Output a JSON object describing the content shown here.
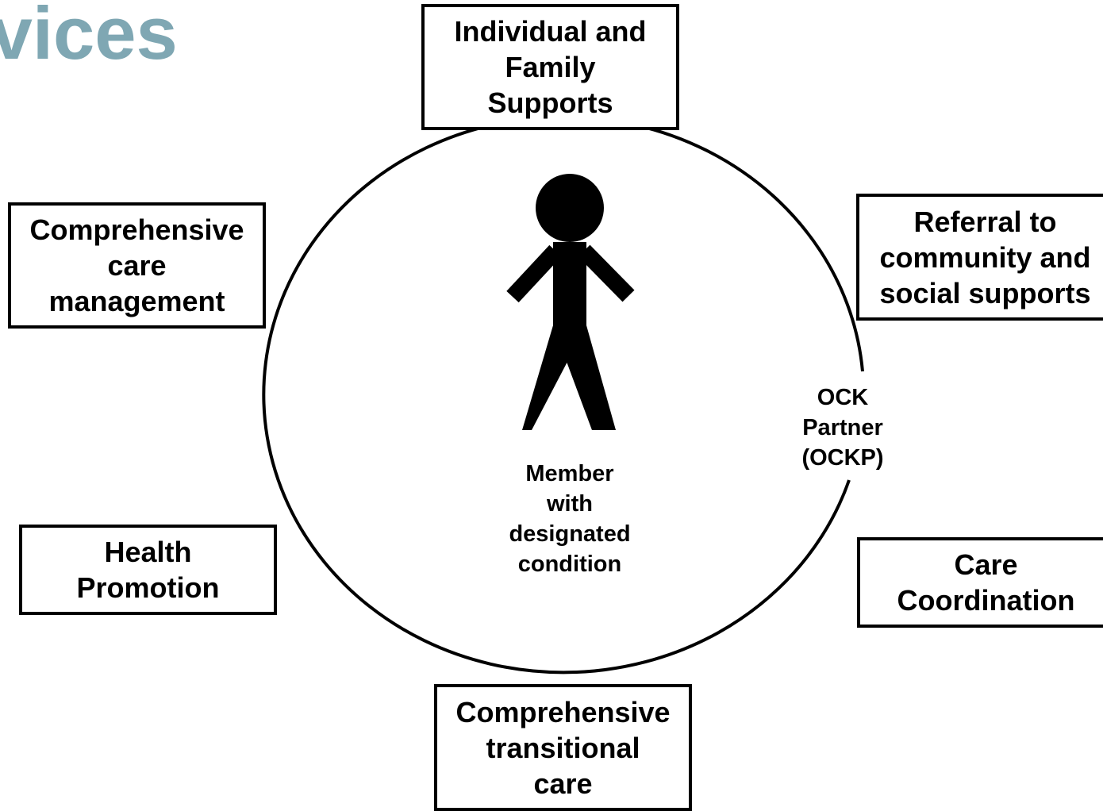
{
  "title": "rvices",
  "center_label": "Member\nwith\ndesignated\ncondition",
  "ring_label": "OCK\nPartner\n(OCKP)",
  "boxes": {
    "individual_family": "Individual and\nFamily\nSupports",
    "referral": "Referral to\ncommunity and\nsocial supports",
    "care_management": "Comprehensive\ncare\nmanagement",
    "health_promotion": "Health\nPromotion",
    "care_coordination": "Care\nCoordination",
    "transitional_care": "Comprehensive\ntransitional\ncare"
  }
}
